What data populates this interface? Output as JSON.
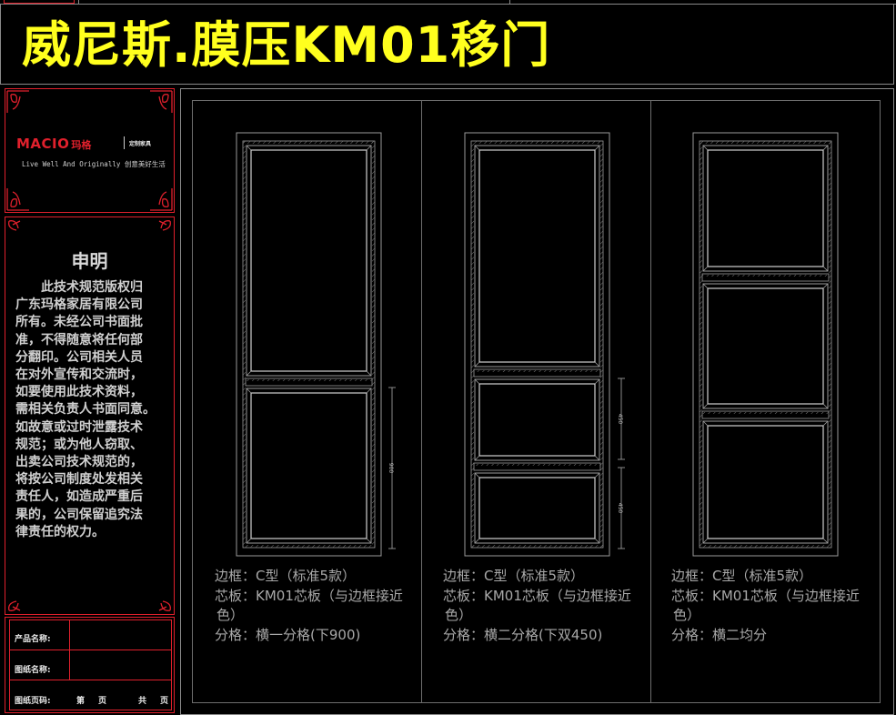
{
  "title": "威尼斯.膜压KM01移门",
  "brand": {
    "logo_text": "MACIO",
    "logo_cn": "玛格",
    "badge_small": "定制家具",
    "slogan": "Live Well And Originally 创意美好生活"
  },
  "declaration": {
    "heading": "申明",
    "lines": [
      "　　此技术规范版权归",
      "广东玛格家居有限公司",
      "所有。未经公司书面批",
      "准，不得随意将任何部",
      "分翻印。公司相关人员",
      "在对外宣传和交流时，",
      "如要使用此技术资料，",
      "需相关负责人书面同意。",
      "如故意或过时泄露技术",
      "规范；或为他人窃取、",
      "出卖公司技术规范的，",
      "将按公司制度处发相关",
      "责任人，如造成严重后",
      "果的，公司保留追究法",
      "律责任的权力。"
    ]
  },
  "meta": {
    "product_name_label": "产品名称:",
    "drawing_name_label": "图纸名称:",
    "page_label": "图纸页码:",
    "page_di": "第",
    "page_ye": "页",
    "page_gong": "共",
    "page_ye2": "页"
  },
  "doors": [
    {
      "frame": "边框：C型（标准5款）",
      "core_1": "芯板：KM01芯板（与边框接近",
      "core_2": "色）",
      "split": "分格：横一分格(下900)",
      "dims": [
        "900"
      ]
    },
    {
      "frame": "边框：C型（标准5款）",
      "core_1": "芯板：KM01芯板（与边框接近",
      "core_2": "色）",
      "split": "分格：横二分格(下双450)",
      "dims": [
        "450",
        "450"
      ]
    },
    {
      "frame": "边框：C型（标准5款）",
      "core_1": "芯板：KM01芯板（与边框接近",
      "core_2": "色）",
      "split": "分格：横二均分",
      "dims": []
    }
  ],
  "colors": {
    "title": "#ffff1e",
    "border_red": "#e0202c",
    "line_gray": "#9a9a9a"
  }
}
